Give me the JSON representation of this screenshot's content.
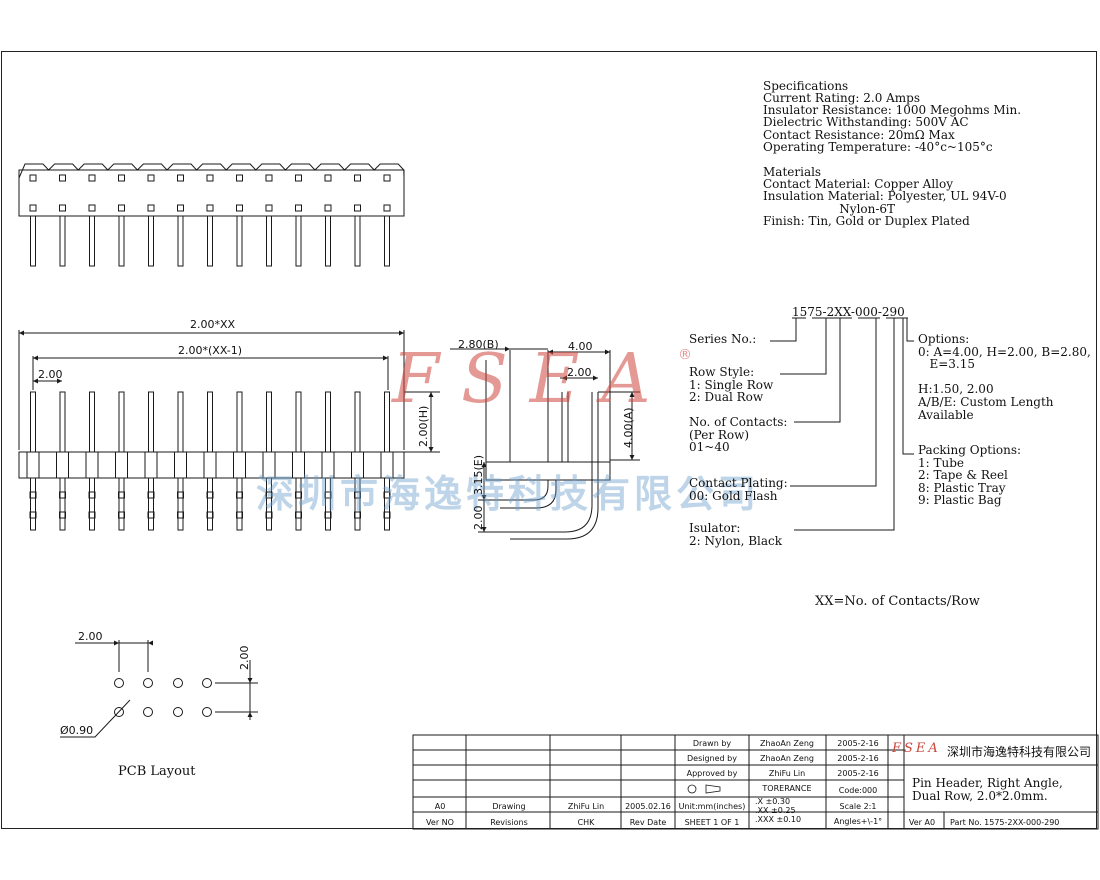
{
  "specifications": {
    "heading": "Specifications",
    "lines": [
      "Current Rating: 2.0 Amps",
      "Insulator Resistance: 1000 Megohms Min.",
      "Dielectric Withstanding: 500V AC",
      "Contact Resistance: 20mΩ Max",
      "Operating Temperature: -40°c~105°c"
    ]
  },
  "materials": {
    "heading": "Materials",
    "lines": [
      "Contact Material: Copper Alloy",
      "Insulation Material: Polyester, UL 94V-0",
      "                    Nylon-6T",
      "Finish: Tin, Gold or Duplex Plated"
    ]
  },
  "part_code": "1575-2XX-000-290",
  "options": {
    "series": "Series No.:",
    "row_style": "Row Style:\n1: Single Row\n2: Dual Row",
    "contacts": "No. of Contacts:\n(Per Row)\n01~40",
    "plating": "Contact Plating:\n00: Gold Flash",
    "insulator": "Isulator:\n2: Nylon, Black",
    "options_right": "Options:\n0: A=4.00, H=2.00, B=2.80,\n   E=3.15\n\nH:1.50, 2.00\nA/B/E: Custom Length\nAvailable",
    "packing": "Packing Options:\n1: Tube\n2: Tape & Reel\n8: Plastic Tray\n9: Plastic Bag"
  },
  "xx_note": "XX=No. of Contacts/Row",
  "dims": {
    "total": "2.00*XX",
    "span": "2.00*(XX-1)",
    "pitch": "2.00",
    "h": "2.00(H)",
    "b": "2.80(B)",
    "four": "4.00",
    "two": "2.00",
    "a": "4.00(A)",
    "e": "3.15(E)",
    "two_side": "2.00",
    "pcb_x": "2.00",
    "pcb_y": "2.00",
    "hole": "Ø0.90"
  },
  "pcb_label": "PCB Layout",
  "watermark": {
    "logo": "FSEA",
    "reg": "®",
    "company_cn": "深圳市海逸特科技有限公司"
  },
  "titleblock": {
    "drawn_label": "Drawn  by",
    "drawn_name": "ZhaoAn Zeng",
    "drawn_date": "2005-2-16",
    "designed_label": "Designed by",
    "designed_name": "ZhaoAn Zeng",
    "designed_date": "2005-2-16",
    "approved_label": "Approved by",
    "approved_name": "ZhiFu Lin",
    "approved_date": "2005-2-16",
    "tolerance_label": "TORERANCE",
    "tol1": ".X    ±0.30",
    "tol2": ".XX   ±0.25",
    "tol3": ".XXX  ±0.10",
    "code": "Code:000",
    "scale": "Scale 2:1",
    "angles": "Angles+\\-1°",
    "units": "Unit:mm(inches)",
    "sheet": "SHEET 1 OF 1",
    "rev_a0": "A0",
    "rev_desc": "Drawing",
    "rev_chk": "ZhiFu Lin",
    "rev_date": "2005.02.16",
    "h_ver": "Ver NO",
    "h_rev": "Revisions",
    "h_chk": "CHK",
    "h_date": "Rev Date",
    "logo": "FSEA",
    "company": "深圳市海逸特科技有限公司",
    "title": "Pin Header, Right Angle,\nDual Row, 2.0*2.0mm.",
    "ver": "Ver A0",
    "part": "Part No.  1575-2XX-000-290"
  }
}
